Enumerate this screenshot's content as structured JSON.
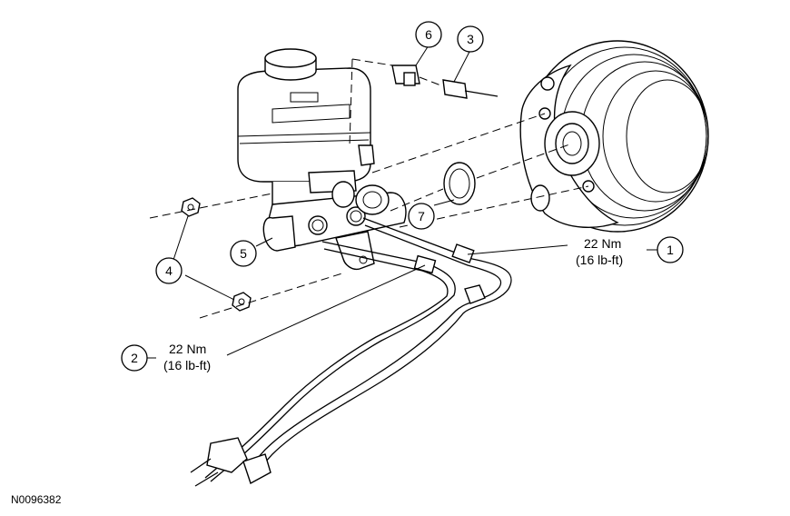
{
  "figure_id": "N0096382",
  "callouts": [
    {
      "number": "1"
    },
    {
      "number": "2"
    },
    {
      "number": "3"
    },
    {
      "number": "4"
    },
    {
      "number": "5"
    },
    {
      "number": "6"
    },
    {
      "number": "7"
    }
  ],
  "torque_specs": [
    {
      "metric": "22 Nm",
      "imperial": "(16 lb-ft)"
    },
    {
      "metric": "22 Nm",
      "imperial": "(16 lb-ft)"
    }
  ]
}
